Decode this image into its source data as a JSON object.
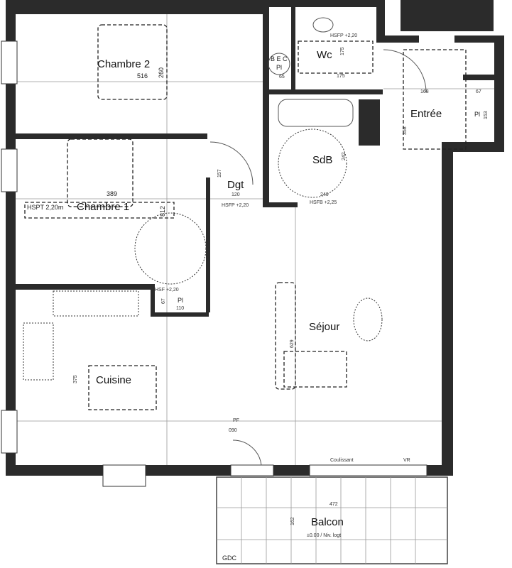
{
  "rooms": {
    "chambre2": {
      "label": "Chambre 2",
      "dim_w": "516",
      "dim_h": "260"
    },
    "chambre1": {
      "label": "Chambre 1",
      "dim_w": "389",
      "dim_h": "812",
      "note": "HSPT 2,20m"
    },
    "wc": {
      "label": "Wc",
      "dim_a": "175",
      "dim_b": "175",
      "note": "HSFP +2,20"
    },
    "bec": {
      "label": "B E C",
      "pl": "Pl",
      "dim": "65"
    },
    "entree": {
      "label": "Entrée",
      "dim_w": "168",
      "dim_h": "358",
      "placard_w": "67",
      "placard_label": "Pl",
      "placard_h": "153"
    },
    "sdb": {
      "label": "SdB",
      "dim_w": "240",
      "dim_h": "242",
      "note": "HSFB +2,25"
    },
    "dgt": {
      "label": "Dgt",
      "dim_w": "120",
      "dim_h": "157",
      "note": "HSFP +2,20"
    },
    "placard": {
      "label": "Pl",
      "dim_w": "110",
      "dim_h": "67",
      "note": "HSF +2,20"
    },
    "cuisine": {
      "label": "Cuisine",
      "dim": "375"
    },
    "sejour": {
      "label": "Séjour",
      "dim": "629"
    },
    "balcon": {
      "label": "Balcon",
      "dim_w": "472",
      "dim_h": "162",
      "level": "±0.00 / Niv. logt",
      "gdc": "GDC"
    }
  },
  "openings": {
    "door_label": "PF",
    "door_width": "090",
    "sliding_label": "Coulissant",
    "vr_label": "VR"
  }
}
